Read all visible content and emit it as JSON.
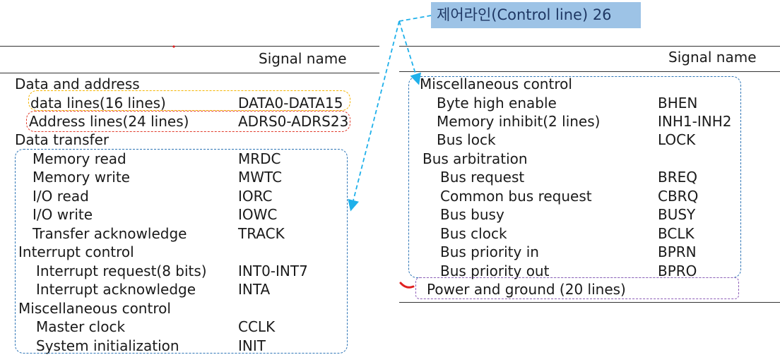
{
  "callout": {
    "text": "제어라인(Control line) 26"
  },
  "left": {
    "header": "Signal name",
    "rows": [
      {
        "label": "Data and address",
        "signal": ""
      },
      {
        "label": "data lines(16 lines)",
        "signal": "DATA0-DATA15"
      },
      {
        "label": "Address lines(24 lines)",
        "signal": "ADRS0-ADRS23"
      },
      {
        "label": "Data transfer",
        "signal": ""
      },
      {
        "label": "Memory read",
        "signal": "MRDC"
      },
      {
        "label": "Memory write",
        "signal": "MWTC"
      },
      {
        "label": "I/O read",
        "signal": "IORC"
      },
      {
        "label": "I/O write",
        "signal": "IOWC"
      },
      {
        "label": "Transfer acknowledge",
        "signal": "TRACK"
      },
      {
        "label": "Interrupt control",
        "signal": ""
      },
      {
        "label": "Interrupt request(8 bits)",
        "signal": "INT0-INT7"
      },
      {
        "label": "Interrupt acknowledge",
        "signal": "INTA"
      },
      {
        "label": "Miscellaneous control",
        "signal": ""
      },
      {
        "label": "Master clock",
        "signal": "CCLK"
      },
      {
        "label": "System initialization",
        "signal": "INIT"
      }
    ]
  },
  "right": {
    "header": "Signal name",
    "rows": [
      {
        "label": "Miscellaneous control",
        "signal": ""
      },
      {
        "label": "Byte high enable",
        "signal": "BHEN"
      },
      {
        "label": "Memory inhibit(2 lines)",
        "signal": "INH1-INH2"
      },
      {
        "label": "Bus lock",
        "signal": "LOCK"
      },
      {
        "label": "Bus arbitration",
        "signal": ""
      },
      {
        "label": "Bus request",
        "signal": "BREQ"
      },
      {
        "label": "Common bus request",
        "signal": "CBRQ"
      },
      {
        "label": "Bus busy",
        "signal": "BUSY"
      },
      {
        "label": "Bus clock",
        "signal": "BCLK"
      },
      {
        "label": "Bus priority in",
        "signal": "BPRN"
      },
      {
        "label": "Bus priority out",
        "signal": "BPRO"
      },
      {
        "label": "Power and ground (20 lines)",
        "signal": ""
      }
    ]
  },
  "colors": {
    "callout_bg": "#9dc3e6",
    "control_box": "#2e75b6",
    "data_box": "#f4b400",
    "address_box": "#e03a2a",
    "power_box": "#8e5fb8",
    "arrow": "#1fb0ea",
    "annotation_mark": "#e02020"
  }
}
